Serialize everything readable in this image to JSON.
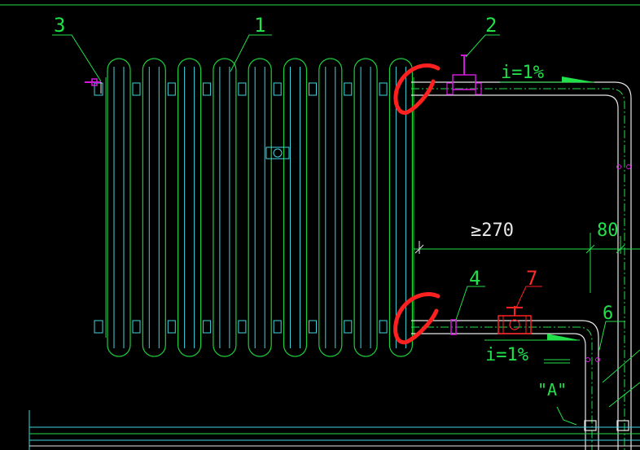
{
  "drawing": {
    "callouts": {
      "c1": "1",
      "c2": "2",
      "c3": "3",
      "c4": "4",
      "c6": "6",
      "c7": "7"
    },
    "slope_top": "i=1%",
    "slope_bottom": "i=1%",
    "dim_distance": "≥270",
    "dim_offset": "80",
    "detail_ref": "\"A\""
  },
  "colors": {
    "background": "#000000",
    "radiator": "#1ccf3a",
    "pipe_core": "#3fd3e0",
    "pipe_outline": "#e6e6e6",
    "valve": "#d018d8",
    "markup_red": "#ff2020",
    "callout": "#22e04a"
  }
}
